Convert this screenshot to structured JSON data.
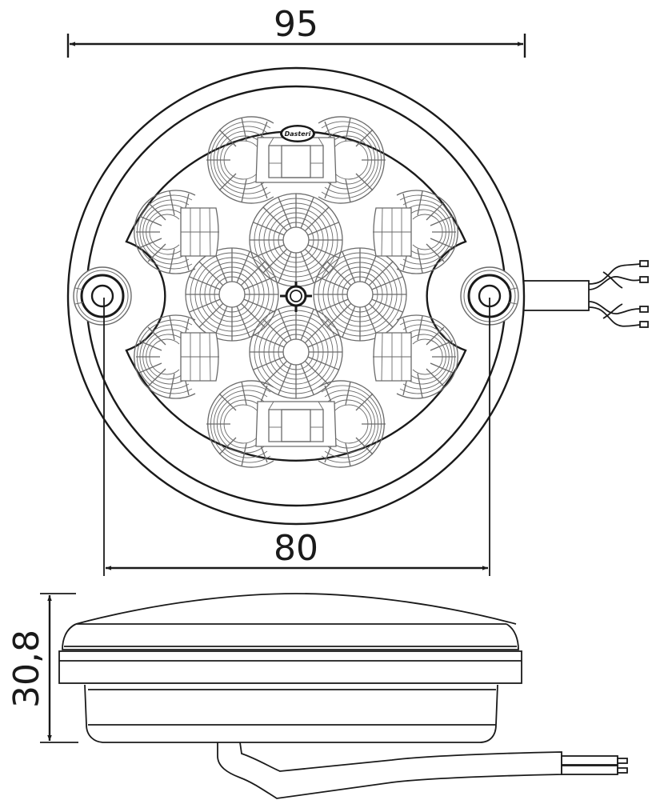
{
  "drawing": {
    "type": "technical dimension drawing",
    "subject": "round LED lamp, front and side view",
    "brand_label": "Dasteri",
    "colors": {
      "line": "#1a1a1a",
      "lens_detail": "#6a6a6a",
      "background": "#ffffff"
    }
  },
  "dimensions": {
    "overall_diameter": {
      "value": "95",
      "orientation": "horizontal"
    },
    "mounting_hole_spacing": {
      "value": "80",
      "orientation": "horizontal"
    },
    "height": {
      "value": "30,8",
      "orientation": "vertical"
    }
  },
  "front_view": {
    "led_modules": 12,
    "mounting_holes": 2,
    "cable": "4-wire twisted lead exiting right"
  },
  "side_view": {
    "cable": "2-wire lead exiting bottom right"
  }
}
